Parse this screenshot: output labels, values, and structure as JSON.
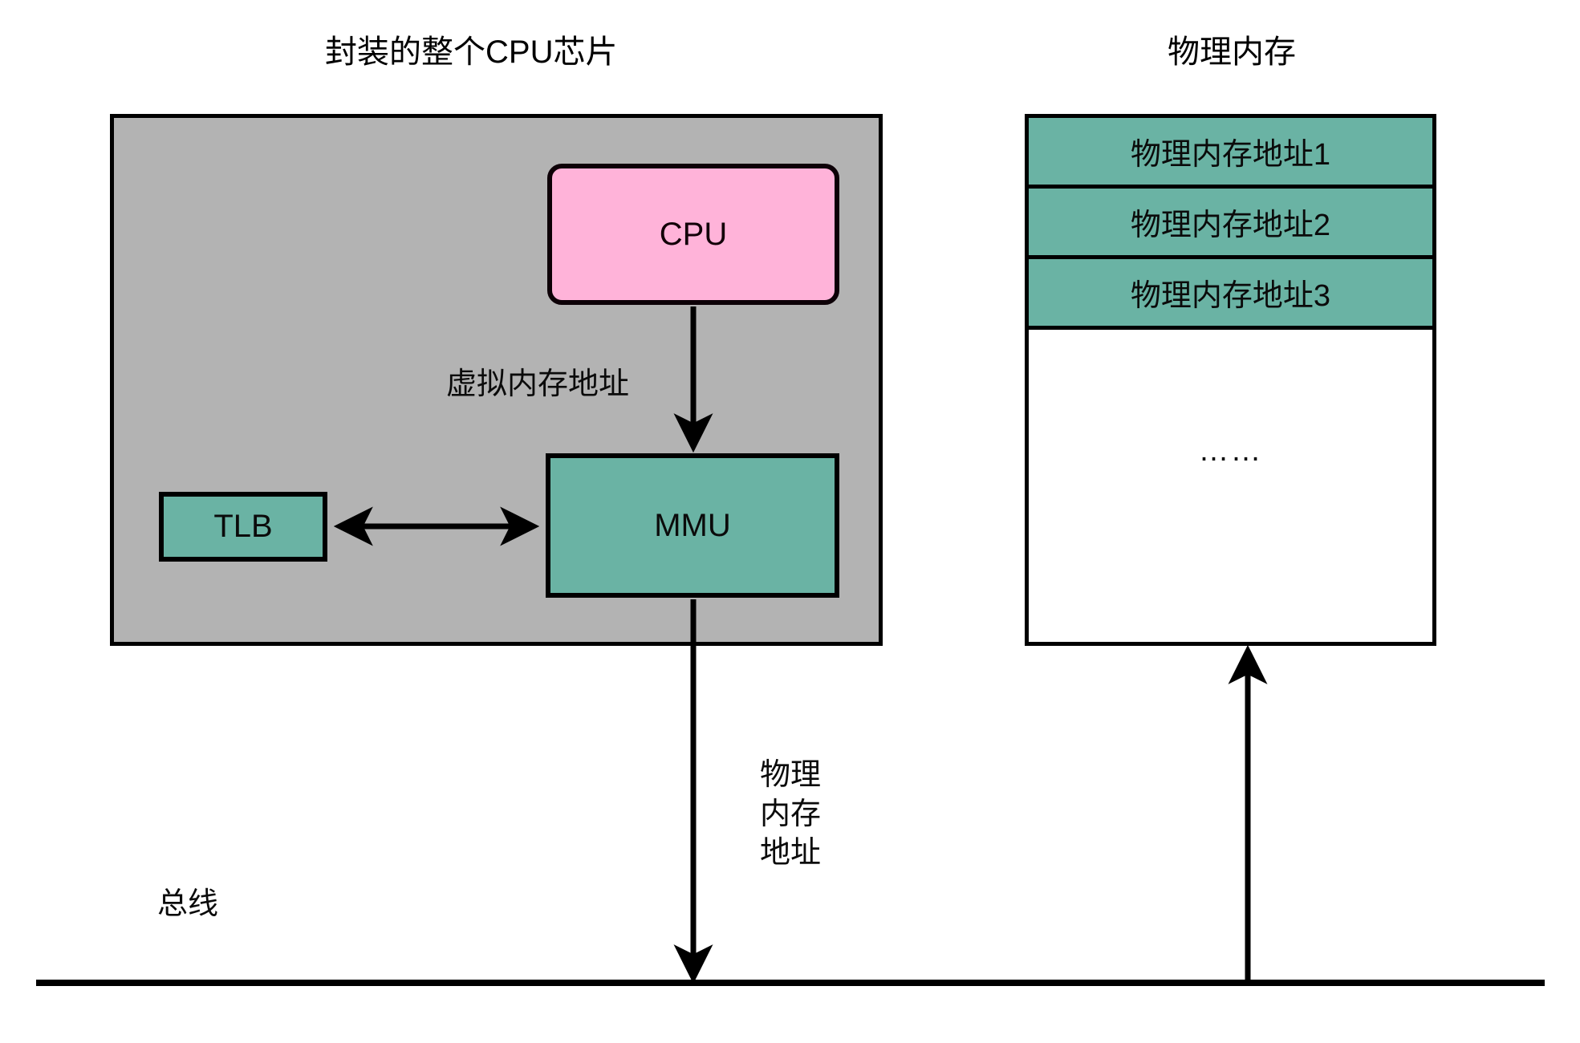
{
  "diagram": {
    "titles": {
      "chip": "封装的整个CPU芯片",
      "memory": "物理内存"
    },
    "chip": {
      "cpu_label": "CPU",
      "mmu_label": "MMU",
      "tlb_label": "TLB",
      "fill_color": "#b3b3b3",
      "cpu_color": "#ffb3d9",
      "unit_color": "#6ab3a4"
    },
    "memory": {
      "rows": [
        "物理内存地址1",
        "物理内存地址2",
        "物理内存地址3"
      ],
      "ellipsis": "……",
      "row_color": "#6ab3a4",
      "empty_color": "#ffffff"
    },
    "edges": {
      "virtual_address": "虚拟内存地址",
      "physical_address_line1": "物理",
      "physical_address_line2": "内存",
      "physical_address_line3": "地址",
      "bus": "总线"
    }
  }
}
